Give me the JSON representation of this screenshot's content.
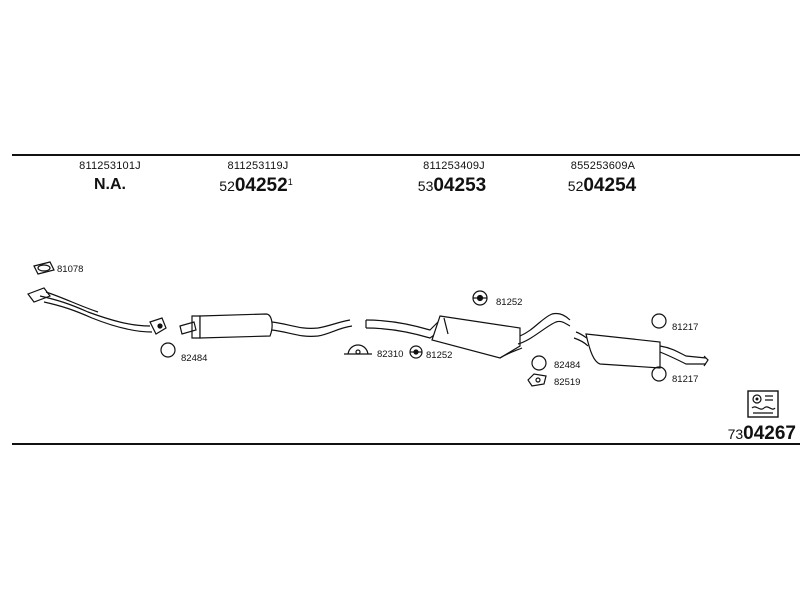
{
  "header": {
    "columns": [
      {
        "oe": "811253101J",
        "na": "N.A."
      },
      {
        "oe": "811253119J",
        "prefix": "52",
        "number": "04252",
        "sup": "1"
      },
      {
        "oe": "811253409J",
        "prefix": "53",
        "number": "04253"
      },
      {
        "oe": "855253609A",
        "prefix": "52",
        "number": "04254"
      }
    ]
  },
  "parts": {
    "gasket_81078": "81078",
    "ring_82484_a": "82484",
    "clamp_82310": "82310",
    "hanger_81252_a": "81252",
    "hanger_81252_b": "81252",
    "ring_82484_b": "82484",
    "bracket_82519": "82519",
    "ring_81217_a": "81217",
    "ring_81217_b": "81217"
  },
  "footer": {
    "prefix": "73",
    "number": "04267"
  }
}
